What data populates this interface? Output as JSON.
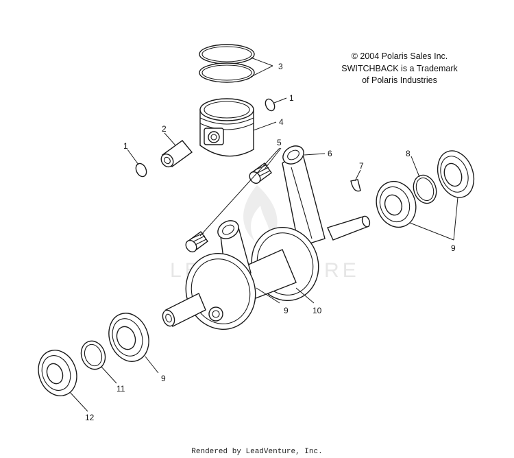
{
  "copyright": {
    "line1": "© 2004 Polaris Sales Inc.",
    "line2": "SWITCHBACK is a Trademark",
    "line3": "of Polaris Industries"
  },
  "watermark": "LEADVENTURE",
  "footer": "Rendered by LeadVenture, Inc.",
  "callouts": {
    "c1a": "1",
    "c1b": "1",
    "c2": "2",
    "c3": "3",
    "c4": "4",
    "c5": "5",
    "c6": "6",
    "c7": "7",
    "c8": "8",
    "c9a": "9",
    "c9b": "9",
    "c9c": "9",
    "c10": "10",
    "c11": "11",
    "c12": "12"
  },
  "colors": {
    "line": "#1a1a1a",
    "watermark": "#e6e6e6",
    "background": "#ffffff"
  }
}
